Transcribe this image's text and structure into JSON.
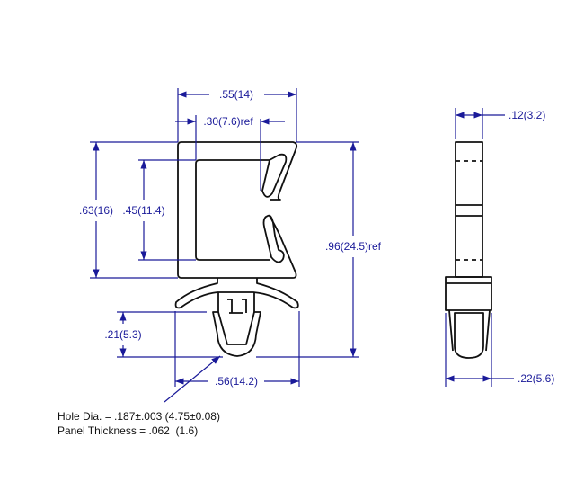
{
  "dimensions": {
    "overall_width": ".55(14)",
    "inner_opening_ref": ".30(7.6)ref",
    "outer_height": ".63(16)",
    "inner_height": ".45(11.4)",
    "overall_height_ref": ".96(24.5)ref",
    "clip_height": ".21(5.3)",
    "wing_span": ".56(14.2)",
    "side_thickness": ".12(3.2)",
    "side_base_width": ".22(5.6)"
  },
  "notes": {
    "hole_dia": "Hole Dia. = .187±.003 (4.75±0.08)",
    "panel_thickness": "Panel Thickness = .062  (1.6)"
  },
  "colors": {
    "dimension": "#1a1a99",
    "part": "#111111"
  }
}
